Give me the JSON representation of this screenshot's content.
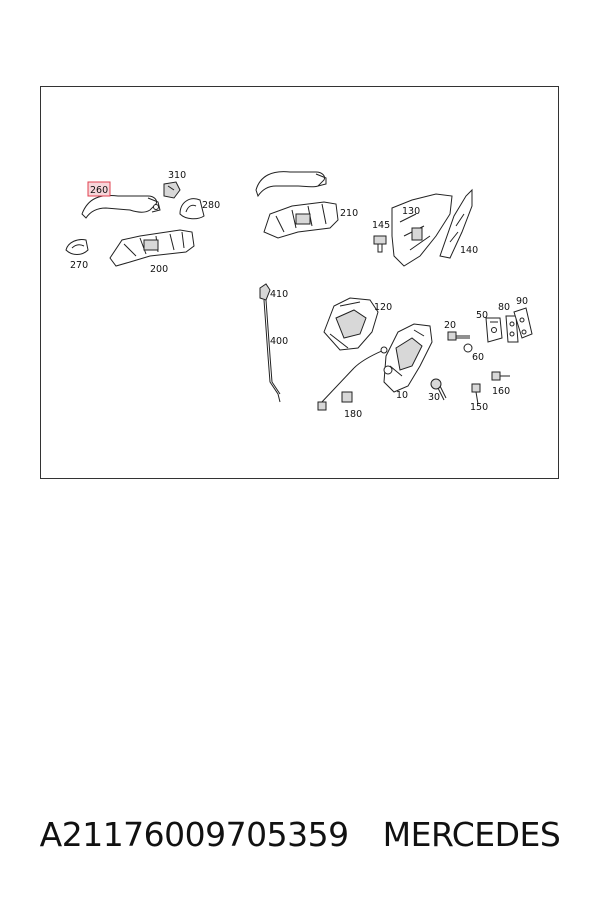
{
  "diagram": {
    "highlighted_part": "260",
    "callouts": {
      "c10": "10",
      "c20": "20",
      "c30": "30",
      "c50": "50",
      "c60": "60",
      "c80": "80",
      "c90": "90",
      "c120": "120",
      "c130": "130",
      "c140": "140",
      "c145": "145",
      "c150": "150",
      "c160": "160",
      "c180": "180",
      "c200": "200",
      "c210": "210",
      "c260": "260",
      "c270": "270",
      "c280": "280",
      "c310": "310",
      "c400": "400",
      "c410": "410"
    }
  },
  "caption": {
    "part_number": "A21176009705359",
    "brand": "MERCEDES"
  }
}
